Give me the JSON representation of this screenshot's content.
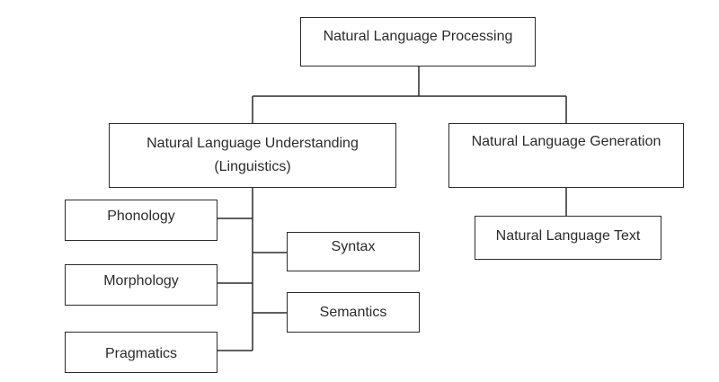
{
  "diagram": {
    "nodes": {
      "root": "Natural Language Processing",
      "nlu_line1": "Natural Language Understanding",
      "nlu_line2": "(Linguistics)",
      "nlg": "Natural Language Generation",
      "phonology": "Phonology",
      "morphology": "Morphology",
      "pragmatics": "Pragmatics",
      "syntax": "Syntax",
      "semantics": "Semantics",
      "nl_text": "Natural Language Text"
    },
    "colors": {
      "line": "#2b2b2b",
      "background": "#ffffff"
    }
  }
}
